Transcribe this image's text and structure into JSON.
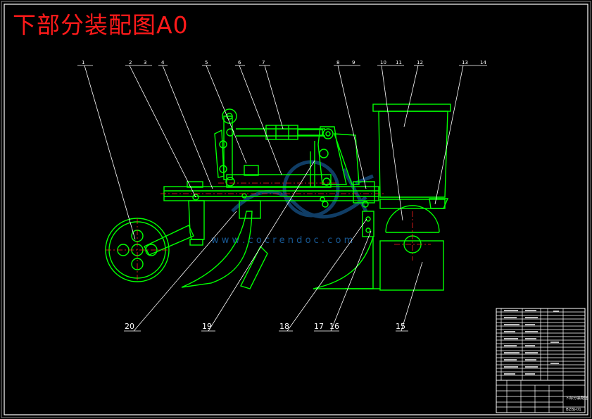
{
  "title": "下部分装配图A0",
  "watermark": "w w w . c o c r e n d o c . c o m",
  "colors": {
    "background": "#000000",
    "frame": "#ffffff",
    "part": "#00ff00",
    "centerline": "#ff2020",
    "title": "#ff1a1a",
    "leader": "#ffffff",
    "watermark": "#1e90ff"
  },
  "callouts_top": [
    "1",
    "2",
    "3",
    "4",
    "5",
    "6",
    "7",
    "8",
    "9",
    "10",
    "11",
    "12",
    "13",
    "14"
  ],
  "callouts_bottom": [
    "20",
    "19",
    "18",
    "17",
    "16",
    "15"
  ],
  "title_block": {
    "drawing_name": "下部分装配图",
    "drawing_number": "BZBJ-01"
  }
}
